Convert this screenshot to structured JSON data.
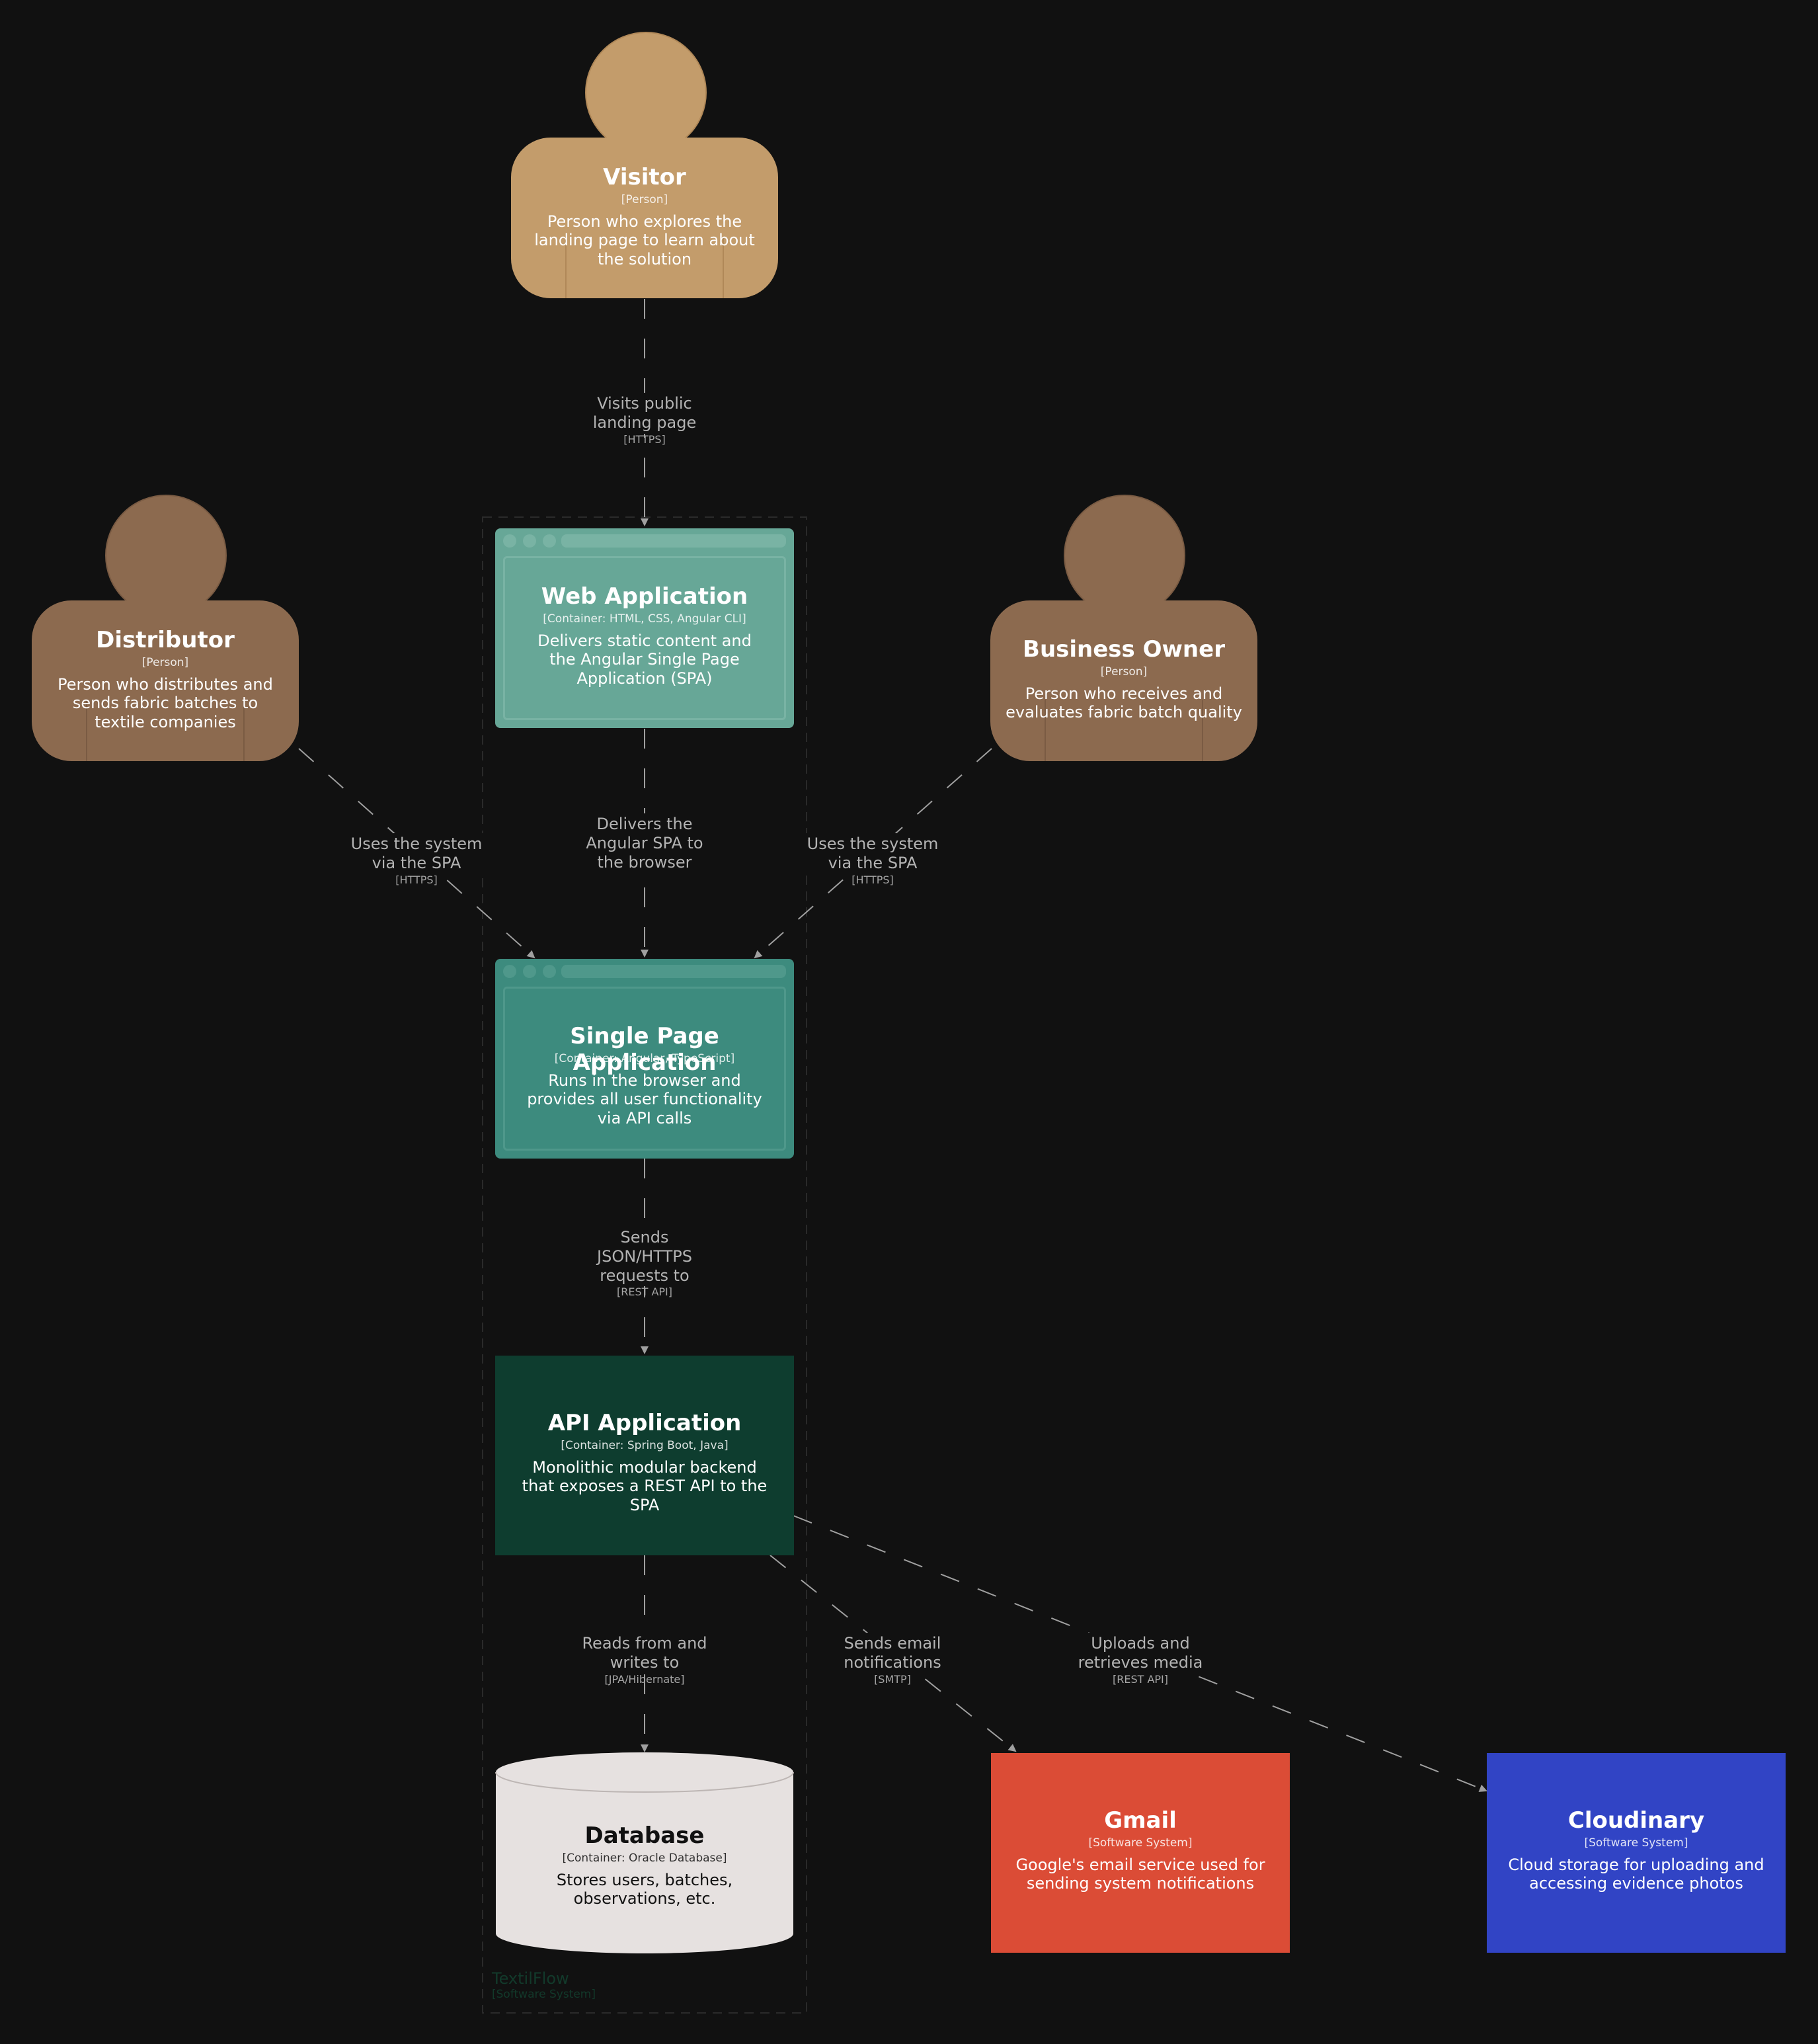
{
  "boundary": {
    "name": "TextilFlow",
    "type": "[Software System]"
  },
  "people": {
    "visitor": {
      "name": "Visitor",
      "type": "[Person]",
      "description": "Person who explores the landing page to learn about the solution",
      "color": "#c39c6b"
    },
    "distributor": {
      "name": "Distributor",
      "type": "[Person]",
      "description": "Person who distributes and sends fabric batches to textile companies",
      "color": "#8c6a4f"
    },
    "business_owner": {
      "name": "Business Owner",
      "type": "[Person]",
      "description": "Person who receives and evaluates fabric batch quality",
      "color": "#8c6a4f"
    }
  },
  "containers": {
    "web_app": {
      "name": "Web Application",
      "type": "[Container: HTML, CSS, Angular CLI]",
      "description": "Delivers static content and the Angular Single Page Application (SPA)",
      "color": "#67a797"
    },
    "spa": {
      "name": "Single Page Application",
      "type": "[Container: Angular, TypeScript]",
      "description": "Runs in the browser and provides all user functionality via API calls",
      "color": "#3d8b7e"
    },
    "api": {
      "name": "API Application",
      "type": "[Container: Spring Boot, Java]",
      "description": "Monolithic modular backend that exposes a REST API to the SPA",
      "color": "#0e3d2f"
    },
    "database": {
      "name": "Database",
      "type": "[Container: Oracle Database]",
      "description": "Stores users, batches, observations, etc.",
      "color": "#e6e1e0"
    }
  },
  "external_systems": {
    "gmail": {
      "name": "Gmail",
      "type": "[Software System]",
      "description": "Google's email service used for sending system notifications",
      "color": "#db4c36"
    },
    "cloudinary": {
      "name": "Cloudinary",
      "type": "[Software System]",
      "description": "Cloud storage for uploading and accessing evidence photos",
      "color": "#3144c5"
    }
  },
  "relationships": {
    "visitor_webapp": {
      "label": "Visits public landing page",
      "tech": "[HTTPS]"
    },
    "webapp_spa": {
      "label": "Delivers the Angular SPA to the browser",
      "tech": ""
    },
    "distributor_spa": {
      "label": "Uses the system via the SPA",
      "tech": "[HTTPS]"
    },
    "owner_spa": {
      "label": "Uses the system via the SPA",
      "tech": "[HTTPS]"
    },
    "spa_api": {
      "label": "Sends JSON/HTTPS requests to",
      "tech": "[REST API]"
    },
    "api_db": {
      "label": "Reads from and writes to",
      "tech": "[JPA/Hibernate]"
    },
    "api_gmail": {
      "label": "Sends email notifications",
      "tech": "[SMTP]"
    },
    "api_cloudinary": {
      "label": "Uploads and retrieves media",
      "tech": "[REST API]"
    }
  }
}
